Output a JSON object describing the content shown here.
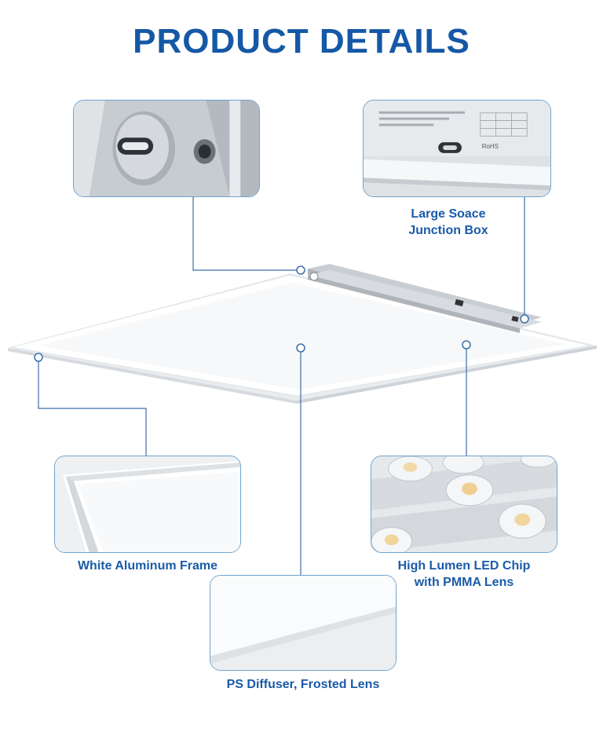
{
  "title": "PRODUCT DETAILS",
  "colors": {
    "title": "#1558a6",
    "label": "#1a5ba8",
    "leader_line": "#3c6fa8",
    "callout_border": "#6fa3cf"
  },
  "callouts": {
    "mounting_clip": {
      "icon": "mounting-clip-icon"
    },
    "junction_box": {
      "label_line1": "Large Soace",
      "label_line2": "Junction Box",
      "print_text": "RoHS"
    },
    "frame": {
      "label": "White Aluminum Frame"
    },
    "led_chip": {
      "label_line1": "High Lumen LED Chip",
      "label_line2": "with PMMA Lens"
    },
    "diffuser": {
      "label": "PS Diffuser, Frosted Lens"
    }
  }
}
